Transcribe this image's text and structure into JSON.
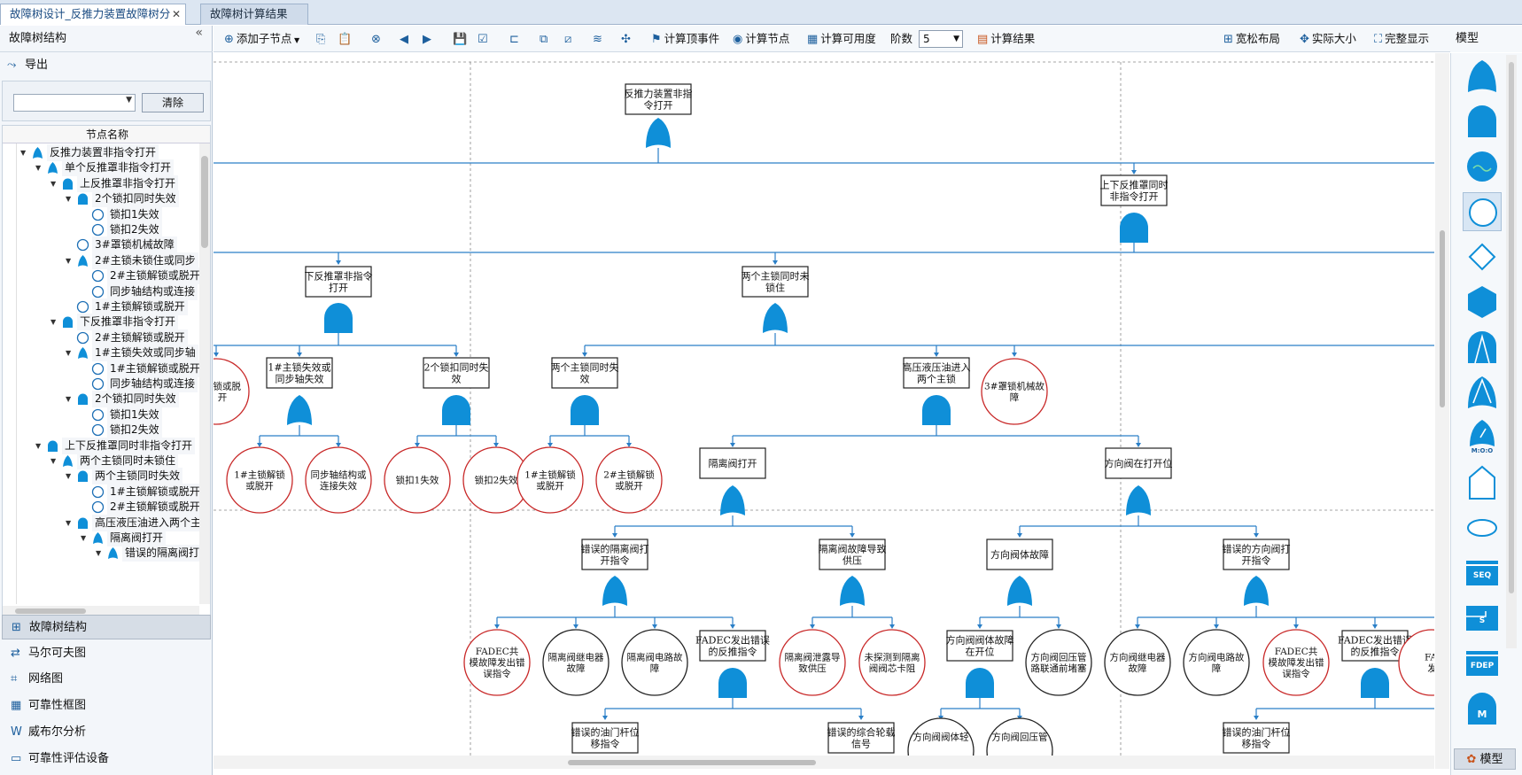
{
  "tabs": [
    {
      "label": "故障树设计_反推力装置故障树分析",
      "active": true
    },
    {
      "label": "故障树计算结果",
      "active": false
    }
  ],
  "left_panel": {
    "title": "故障树结构",
    "export_label": "导出",
    "clear_button": "清除",
    "column_header": "节点名称",
    "tree": [
      {
        "label": "反推力装置非指令打开",
        "level": 0,
        "type": "or",
        "expanded": true
      },
      {
        "label": "单个反推罩非指令打开",
        "level": 1,
        "type": "or",
        "expanded": true
      },
      {
        "label": "上反推罩非指令打开",
        "level": 2,
        "type": "and",
        "expanded": true
      },
      {
        "label": "2个锁扣同时失效",
        "level": 3,
        "type": "and",
        "expanded": true
      },
      {
        "label": "锁扣1失效",
        "level": 4,
        "type": "basic"
      },
      {
        "label": "锁扣2失效",
        "level": 4,
        "type": "basic"
      },
      {
        "label": "3#罩锁机械故障",
        "level": 3,
        "type": "basic"
      },
      {
        "label": "2#主锁未锁住或同步",
        "level": 3,
        "type": "or",
        "expanded": true
      },
      {
        "label": "2#主锁解锁或脱开",
        "level": 4,
        "type": "basic"
      },
      {
        "label": "同步轴结构或连接",
        "level": 4,
        "type": "basic"
      },
      {
        "label": "1#主锁解锁或脱开",
        "level": 3,
        "type": "basic"
      },
      {
        "label": "下反推罩非指令打开",
        "level": 2,
        "type": "and",
        "expanded": true
      },
      {
        "label": "2#主锁解锁或脱开",
        "level": 3,
        "type": "basic"
      },
      {
        "label": "1#主锁失效或同步轴",
        "level": 3,
        "type": "or",
        "expanded": true
      },
      {
        "label": "1#主锁解锁或脱开",
        "level": 4,
        "type": "basic"
      },
      {
        "label": "同步轴结构或连接",
        "level": 4,
        "type": "basic"
      },
      {
        "label": "2个锁扣同时失效",
        "level": 3,
        "type": "and",
        "expanded": true
      },
      {
        "label": "锁扣1失效",
        "level": 4,
        "type": "basic"
      },
      {
        "label": "锁扣2失效",
        "level": 4,
        "type": "basic"
      },
      {
        "label": "上下反推罩同时非指令打开",
        "level": 1,
        "type": "and",
        "expanded": true
      },
      {
        "label": "两个主锁同时未锁住",
        "level": 2,
        "type": "or",
        "expanded": true
      },
      {
        "label": "两个主锁同时失效",
        "level": 3,
        "type": "and",
        "expanded": true
      },
      {
        "label": "1#主锁解锁或脱开",
        "level": 4,
        "type": "basic"
      },
      {
        "label": "2#主锁解锁或脱开",
        "level": 4,
        "type": "basic"
      },
      {
        "label": "高压液压油进入两个主锁",
        "level": 3,
        "type": "and",
        "expanded": true
      },
      {
        "label": "隔离阀打开",
        "level": 4,
        "type": "or",
        "expanded": true
      },
      {
        "label": "错误的隔离阀打开指令",
        "level": 5,
        "type": "or",
        "expanded": true
      }
    ],
    "nav": [
      {
        "label": "故障树结构",
        "icon": "tree-icon",
        "glyph": "⊞",
        "active": true
      },
      {
        "label": "马尔可夫图",
        "icon": "markov-icon",
        "glyph": "⇄",
        "active": false
      },
      {
        "label": "网络图",
        "icon": "network-icon",
        "glyph": "⌗",
        "active": false
      },
      {
        "label": "可靠性框图",
        "icon": "block-diagram-icon",
        "glyph": "▦",
        "active": false
      },
      {
        "label": "威布尔分析",
        "icon": "weibull-icon",
        "glyph": "W",
        "active": false
      },
      {
        "label": "可靠性评估设备",
        "icon": "device-icon",
        "glyph": "▭",
        "active": false
      }
    ]
  },
  "toolbar": {
    "add_child": "添加子节点",
    "compute_top": "计算顶事件",
    "compute_node": "计算节点",
    "compute_availability": "计算可用度",
    "stage_label": "阶数",
    "stage_value": "5",
    "compute_result": "计算结果",
    "loose_layout": "宽松布局",
    "actual_size": "实际大小",
    "full_display": "完整显示"
  },
  "right_panel": {
    "title": "模型",
    "tab_label": "模型",
    "shapes": [
      "or-gate",
      "and-gate",
      "transfer-gate",
      "basic-event",
      "undeveloped-event",
      "hexagon-gate",
      "priority-and-gate",
      "inhibit-gate",
      "vote-gate",
      "house-event",
      "conditional-event",
      "seq-gate",
      "spare-gate",
      "fdep-gate",
      "m-gate"
    ],
    "vote_label": "M:O:O",
    "seq_label": "SEQ",
    "spare_label": "S",
    "fdep_label": "FDEP",
    "m_label": "M"
  },
  "diagram": {
    "nodes": {
      "top": "反推力装置非指令打开",
      "both_covers": "上下反推罩同时非指令打开",
      "lower_cover": "下反推罩非指令打开",
      "two_main_locks": "两个主锁同时未锁住",
      "clip_partial": "解锁或脱开",
      "lock1_sync": "1#主锁失效或同步轴失效",
      "two_clips": "2个锁扣同时失效",
      "two_main_fail": "两个主锁同时失效",
      "hydraulic": "高压液压油进入两个主锁",
      "cowl_lock3": "3#罩锁机械故障",
      "lock1_release": "1#主锁解锁或脱开",
      "sync_shaft": "同步轴结构或连接失效",
      "clip1": "锁扣1失效",
      "clip2": "锁扣2失效",
      "lock1_release_b": "1#主锁解锁或脱开",
      "lock2_release": "2#主锁解锁或脱开",
      "isolation_open": "隔离阀打开",
      "direction_open": "方向阀在打开位",
      "wrong_iso_cmd": "错误的隔离阀打开指令",
      "iso_fault_supply": "隔离阀故障导致供压",
      "dir_body_fault": "方向阀体故障",
      "wrong_dir_cmd": "错误的方向阀打开指令",
      "fadec_cmd": "FADEC共模故障发出错误指令",
      "iso_relay": "隔离阀继电器故障",
      "iso_circuit": "隔离阀电路故障",
      "fadec_reverse": "FADEC发出错误的反推指令",
      "iso_leak": "隔离阀泄露导致供压",
      "iso_stuck": "未探测到隔离阀阀芯卡阻",
      "dir_stuck_open": "方向阀阀体故障在开位",
      "dir_pipe": "方向阀回压管路联通前堵塞",
      "dir_relay": "方向阀继电器故障",
      "dir_circuit": "方向阀电路故障",
      "fadec_cmd2": "FADEC共模故障发出错误指令",
      "fadec_reverse2": "FADEC发出错误的反推指令",
      "fadec_partial": "FA 发",
      "wrong_lever": "错误的油门杆位移指令",
      "wrong_wheel": "错误的综合轮载信号",
      "dir_body_light": "方向阀阀体轻",
      "dir_return_pipe": "方向阀回压管",
      "wrong_lever2": "错误的油门杆位移指令"
    }
  },
  "colors": {
    "gate": "#0f8fd8",
    "link": "#2a7fc7",
    "basic_red": "#c82828",
    "basic_black": "#222222"
  }
}
